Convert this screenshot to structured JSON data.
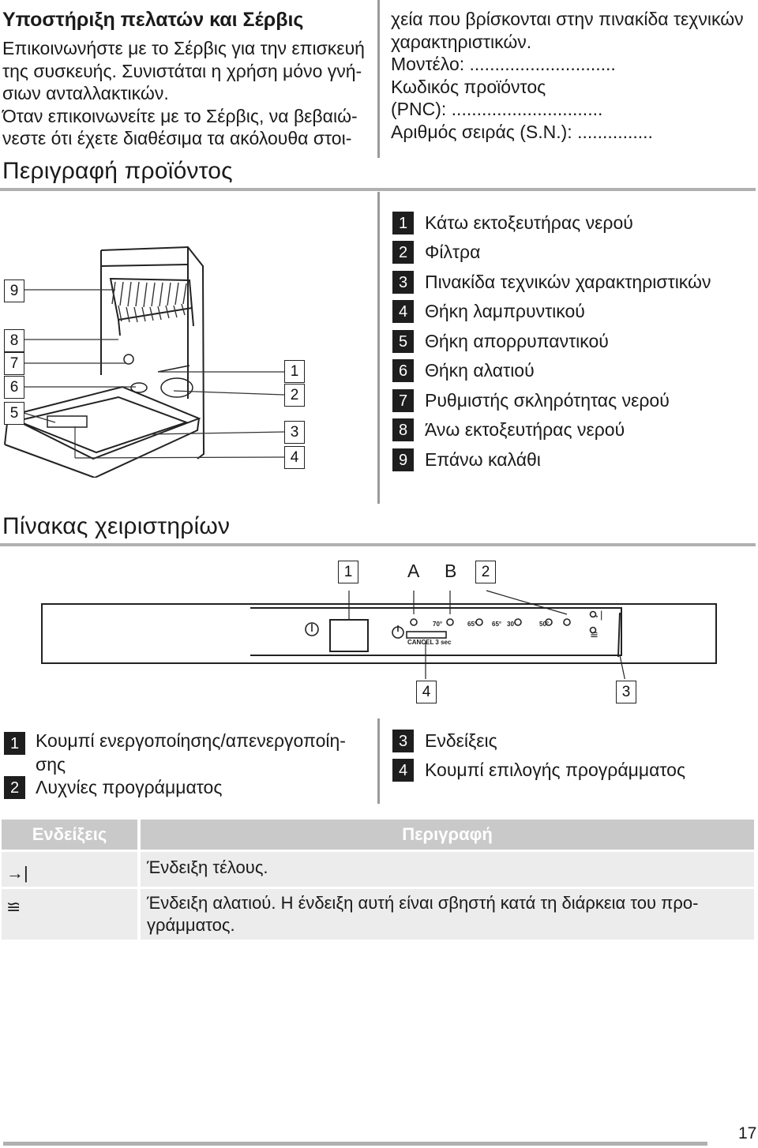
{
  "service": {
    "title": "Υποστήριξη πελατών και Σέρβις",
    "lines": [
      "Επικοινωνήστε με το Σέρβις για την επισκευή",
      "της συσκευής. Συνιστάται η χρήση μόνο γνή-",
      "σιων ανταλλακτικών.",
      "Όταν επικοινωνείτε με το Σέρβις, να βεβαιώ-",
      "νεστε ότι έχετε διαθέσιμα τα ακόλουθα στοι-"
    ],
    "right_lines": [
      "χεία που βρίσκονται στην πινακίδα τεχνικών",
      "χαρακτηριστικών.",
      "Μοντέλο: .............................",
      "Κωδικός προϊόντος",
      "(PNC): ..............................",
      "Αριθμός σειράς (S.N.): ..............."
    ]
  },
  "product": {
    "title": "Περιγραφή προϊόντος",
    "callouts_left": [
      "9",
      "8",
      "7",
      "6",
      "5"
    ],
    "callouts_right": [
      "1",
      "2",
      "3",
      "4"
    ],
    "legend": [
      {
        "num": "1",
        "label": "Κάτω εκτοξευτήρας νερού"
      },
      {
        "num": "2",
        "label": "Φίλτρα"
      },
      {
        "num": "3",
        "label": "Πινακίδα τεχνικών χαρακτηριστικών"
      },
      {
        "num": "4",
        "label": "Θήκη λαμπρυντικού"
      },
      {
        "num": "5",
        "label": "Θήκη απορρυπαντικού"
      },
      {
        "num": "6",
        "label": "Θήκη αλατιού"
      },
      {
        "num": "7",
        "label": "Ρυθμιστής σκληρότητας νερού"
      },
      {
        "num": "8",
        "label": "Άνω εκτοξευτήρας νερού"
      },
      {
        "num": "9",
        "label": "Επάνω καλάθι"
      }
    ]
  },
  "control_panel": {
    "title": "Πίνακας χειριστηρίων",
    "top_callouts": [
      "1",
      "A",
      "B",
      "2"
    ],
    "bottom_callouts": [
      "4",
      "3"
    ],
    "temps": [
      "70°",
      "65°",
      "65°",
      "30'",
      "50°"
    ],
    "cancel_label": "CANCEL 3 sec",
    "legend_left": [
      {
        "num": "1",
        "label": "Κουμπί ενεργοποίησης/απενεργοποίη-",
        "cont": "σης"
      },
      {
        "num": "2",
        "label": "Λυχνίες προγράμματος"
      }
    ],
    "legend_right": [
      {
        "num": "3",
        "label": "Ενδείξεις"
      },
      {
        "num": "4",
        "label": "Κουμπί επιλογής προγράμματος"
      }
    ]
  },
  "indicators_table": {
    "headers": [
      "Ενδείξεις",
      "Περιγραφή"
    ],
    "rows": [
      {
        "icon": "end-indicator-icon",
        "text": "Ένδειξη τέλους."
      },
      {
        "icon": "salt-indicator-icon",
        "text": "Ένδειξη αλατιού. Η ένδειξη αυτή είναι σβηστή κατά τη διάρκεια του προ-",
        "cont": "γράμματος."
      }
    ]
  },
  "page_number": "17"
}
